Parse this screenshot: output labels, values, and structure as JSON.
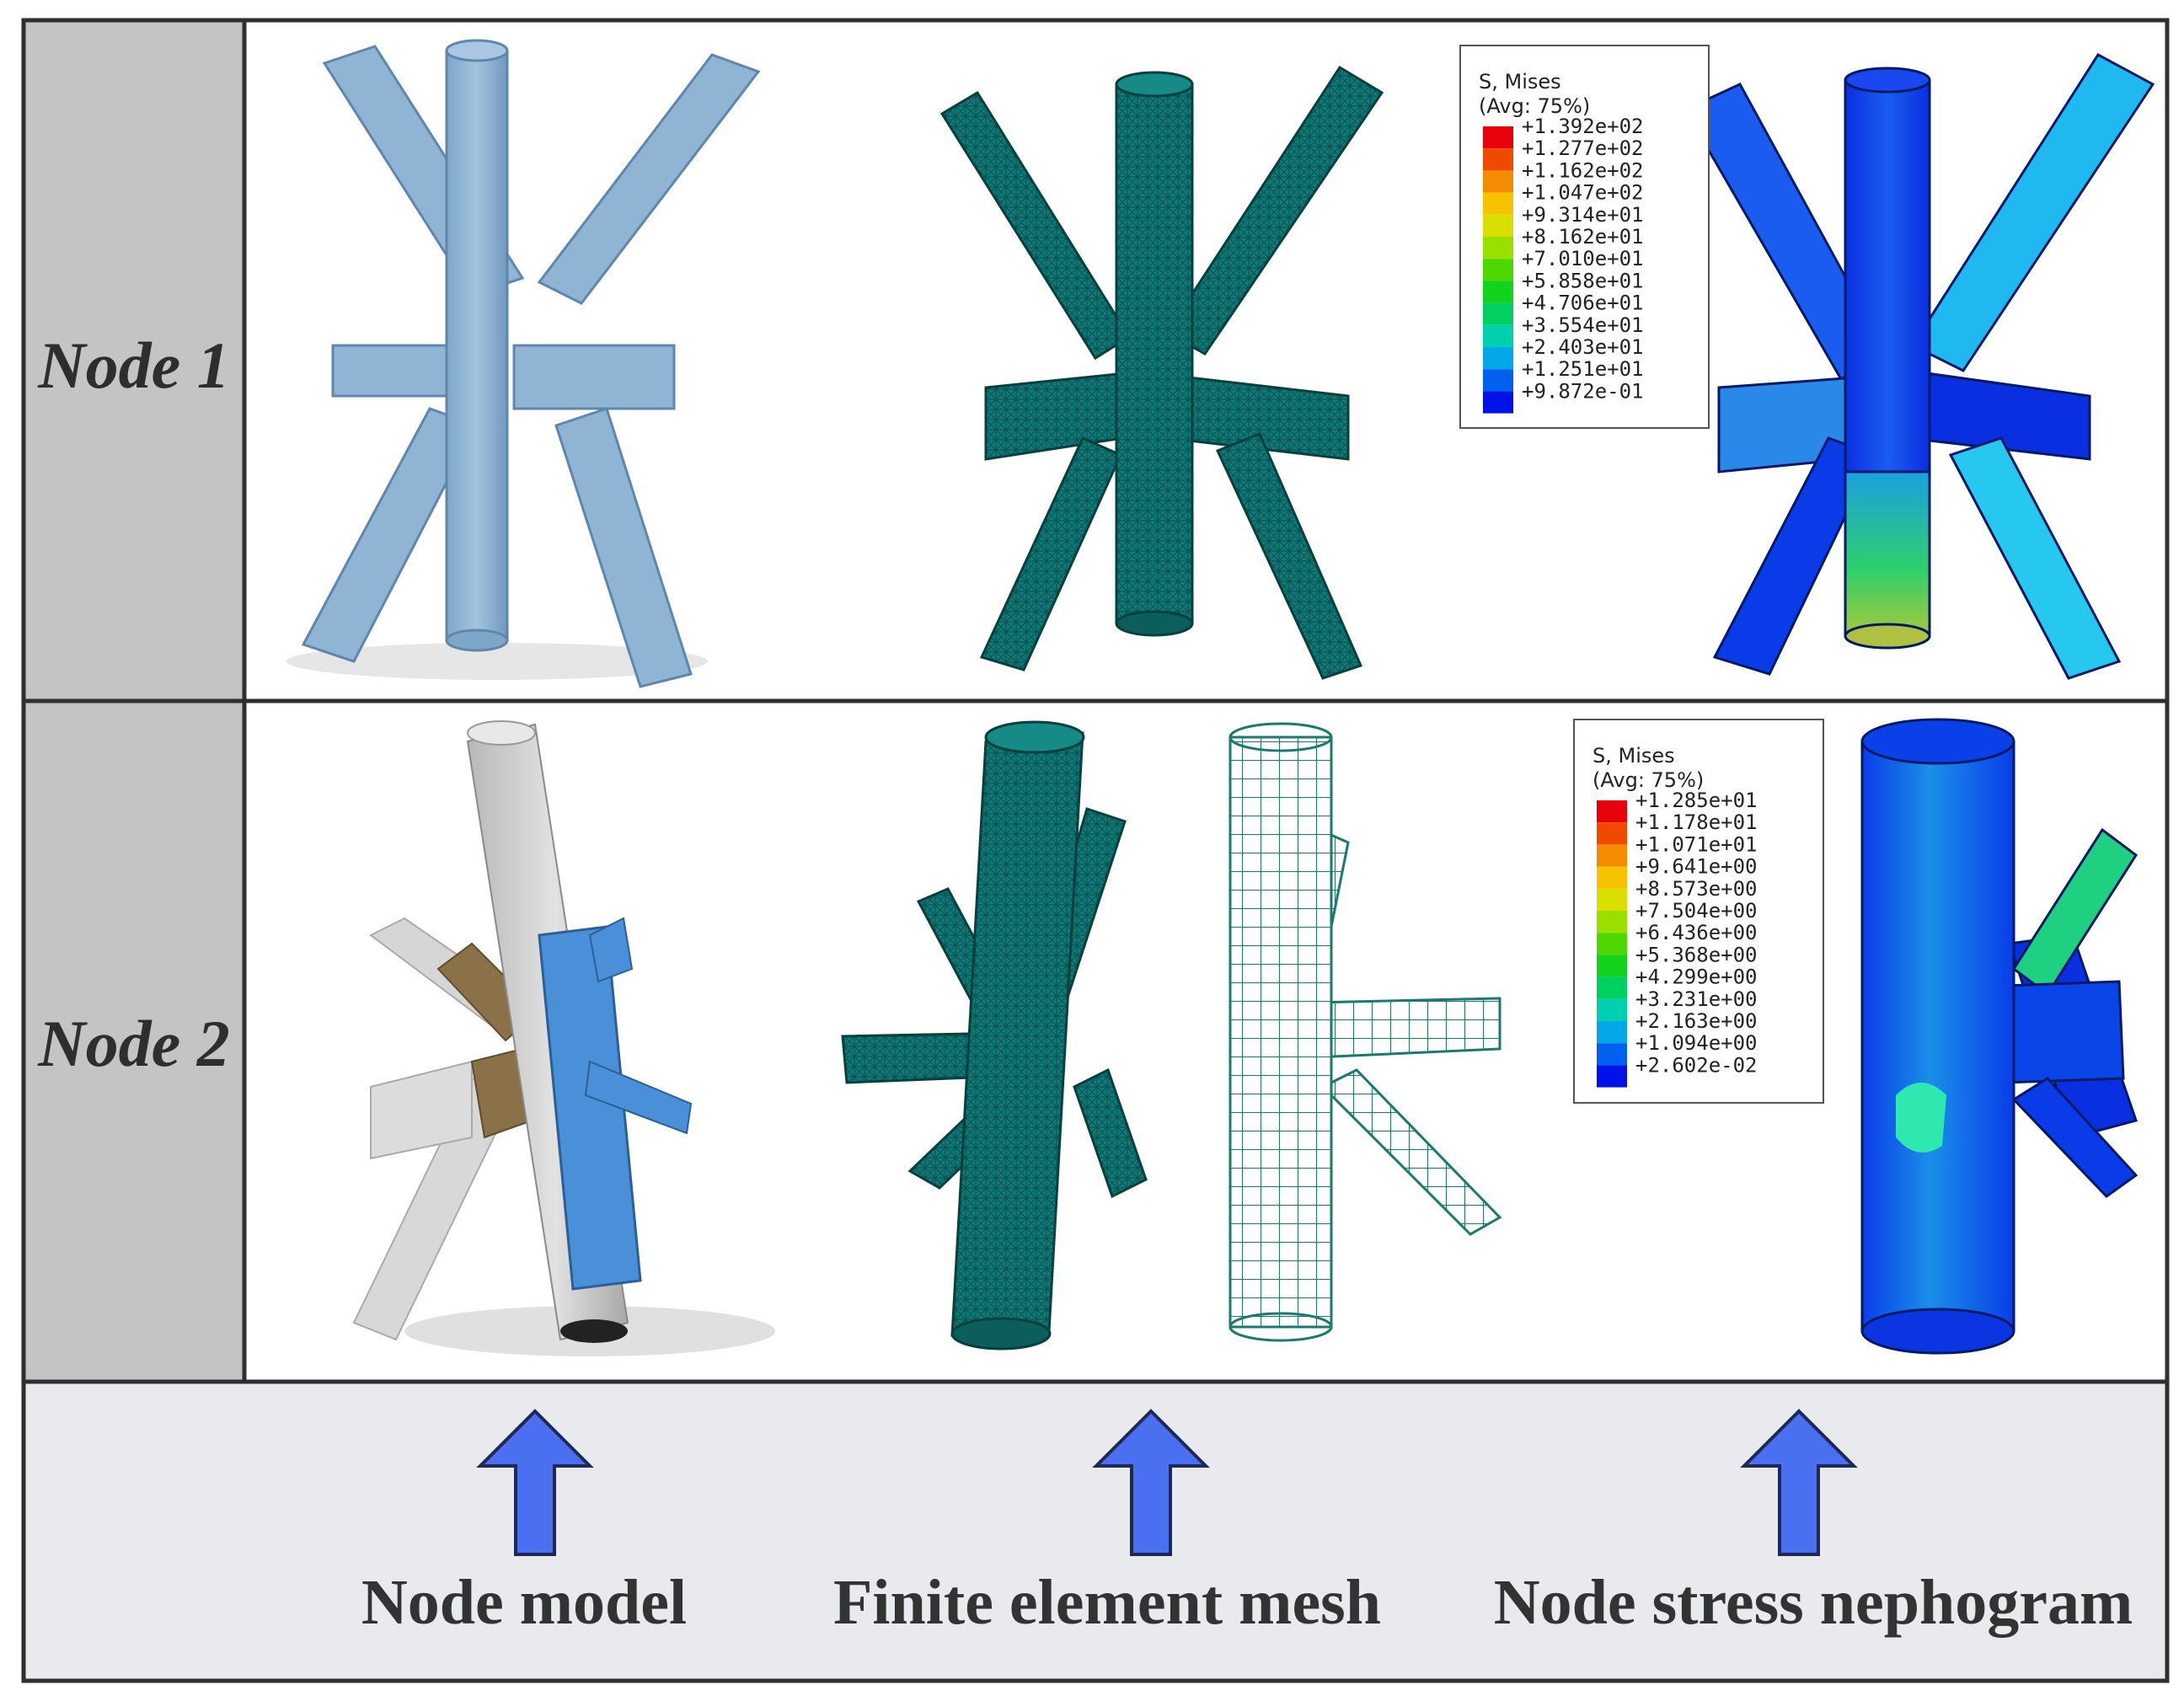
{
  "rows": [
    {
      "label": "Node 1"
    },
    {
      "label": "Node 2"
    }
  ],
  "legends": [
    {
      "title": "S, Mises",
      "subtitle": "(Avg: 75%)",
      "colors": [
        "#e8000b",
        "#f04a00",
        "#f58b00",
        "#f7c200",
        "#d9e000",
        "#99e000",
        "#4fd800",
        "#13d21c",
        "#00cf62",
        "#00d0b0",
        "#00a8e8",
        "#0060f0",
        "#0012e8"
      ],
      "values": [
        "+1.392e+02",
        "+1.277e+02",
        "+1.162e+02",
        "+1.047e+02",
        "+9.314e+01",
        "+8.162e+01",
        "+7.010e+01",
        "+5.858e+01",
        "+4.706e+01",
        "+3.554e+01",
        "+2.403e+01",
        "+1.251e+01",
        "+9.872e-01"
      ]
    },
    {
      "title": "S, Mises",
      "subtitle": "(Avg: 75%)",
      "colors": [
        "#e8000b",
        "#f04a00",
        "#f58b00",
        "#f7c200",
        "#d9e000",
        "#99e000",
        "#4fd800",
        "#13d21c",
        "#00cf62",
        "#00d0b0",
        "#00a8e8",
        "#0060f0",
        "#0012e8"
      ],
      "values": [
        "+1.285e+01",
        "+1.178e+01",
        "+1.071e+01",
        "+9.641e+00",
        "+8.573e+00",
        "+7.504e+00",
        "+6.436e+00",
        "+5.368e+00",
        "+4.299e+00",
        "+3.231e+00",
        "+2.163e+00",
        "+1.094e+00",
        "+2.602e-02"
      ]
    }
  ],
  "captions": [
    "Node model",
    "Finite element mesh",
    "Node stress nephogram"
  ],
  "colors": {
    "label_column": "#c4c4c4",
    "caption_band": "#e8eaee",
    "border": "#2f2f2f",
    "arrow_fill": "#4a6ff0",
    "model_blue": "#8fb4d4",
    "mesh_teal": "#0f7b78",
    "stress_blue": "#0a4fe8",
    "stress_cyan": "#1fb8f0"
  }
}
